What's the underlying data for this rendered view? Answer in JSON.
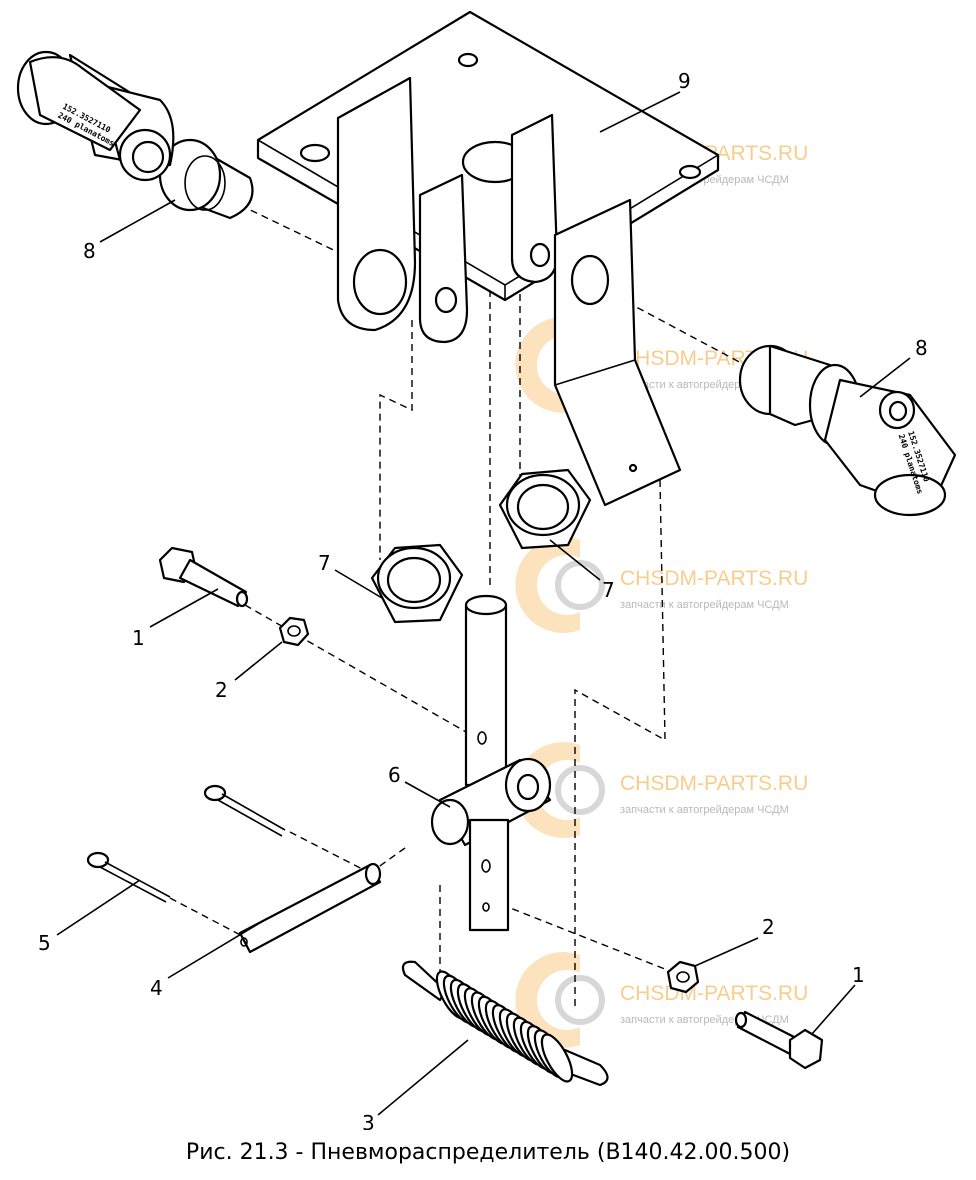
{
  "caption": "Рис. 21.3 - Пневмораспределитель (В140.42.00.500)",
  "callouts": [
    "1",
    "2",
    "3",
    "4",
    "5",
    "6",
    "7",
    "8",
    "9"
  ],
  "watermark": {
    "title": "CHSDM-PARTS.RU",
    "subtitle": "запчасти к автогрейдерам ЧСДМ",
    "logo_color": "#f6b042"
  },
  "valve_markings": {
    "line1": "152.3527110",
    "line2": "240 planatoms"
  }
}
